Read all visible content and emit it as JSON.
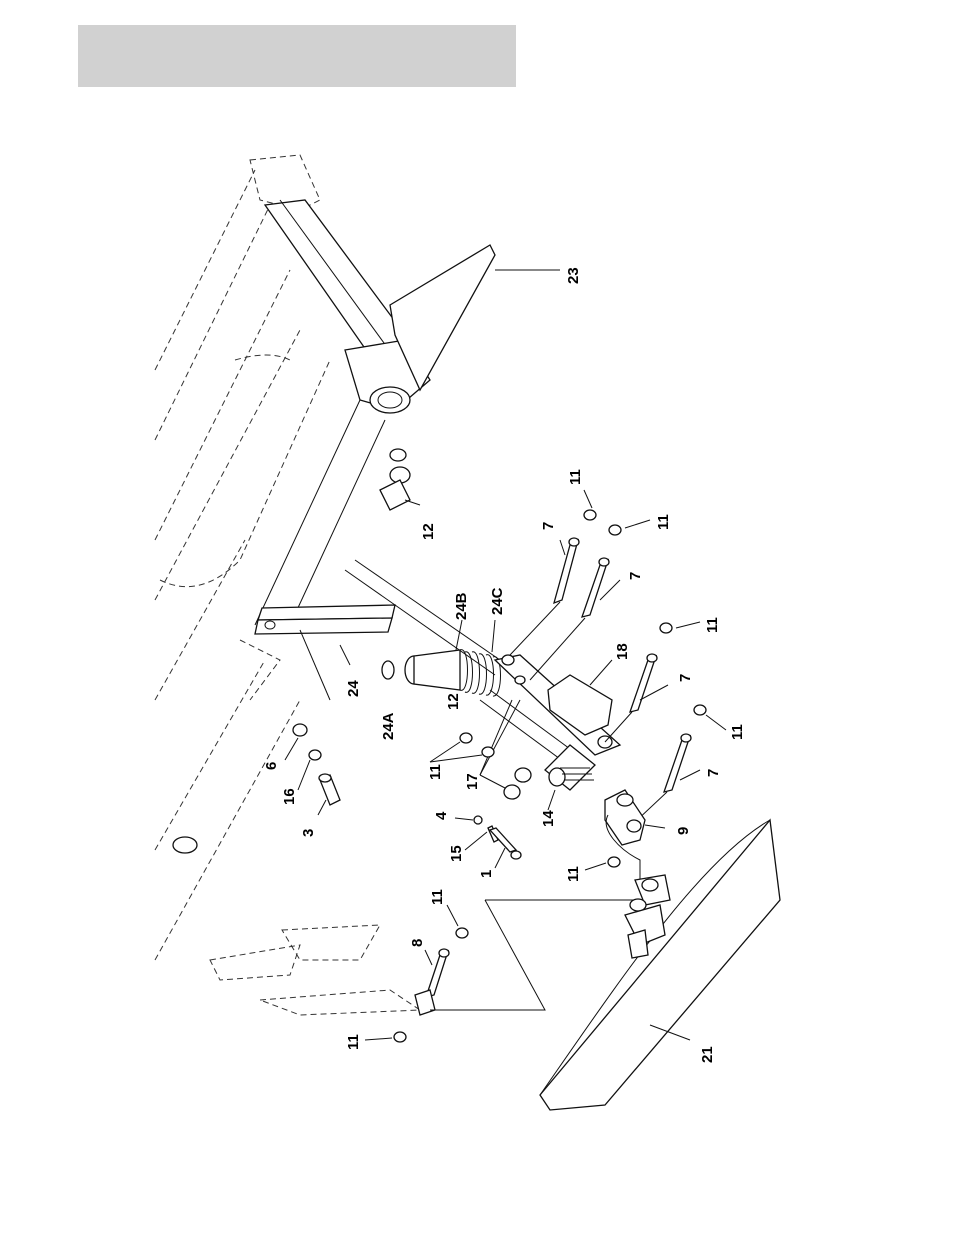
{
  "header": {
    "color": "#d1d1d1"
  },
  "callouts": {
    "c23": "23",
    "c12a": "12",
    "c11a": "11",
    "c7a": "7",
    "c11b": "11",
    "c7b": "7",
    "c24b": "24B",
    "c24c": "24C",
    "c18": "18",
    "c11c": "11",
    "c7c": "7",
    "c12b": "12",
    "c24": "24",
    "c24a": "24A",
    "c6": "6",
    "c16": "16",
    "c3": "3",
    "c11d": "11",
    "c17": "17",
    "c11e": "11",
    "c7d": "7",
    "c4": "4",
    "c15": "15",
    "c1": "1",
    "c14": "14",
    "c9": "9",
    "c11f": "11",
    "c11g": "11",
    "c8": "8",
    "c11h": "11",
    "c21": "21"
  }
}
